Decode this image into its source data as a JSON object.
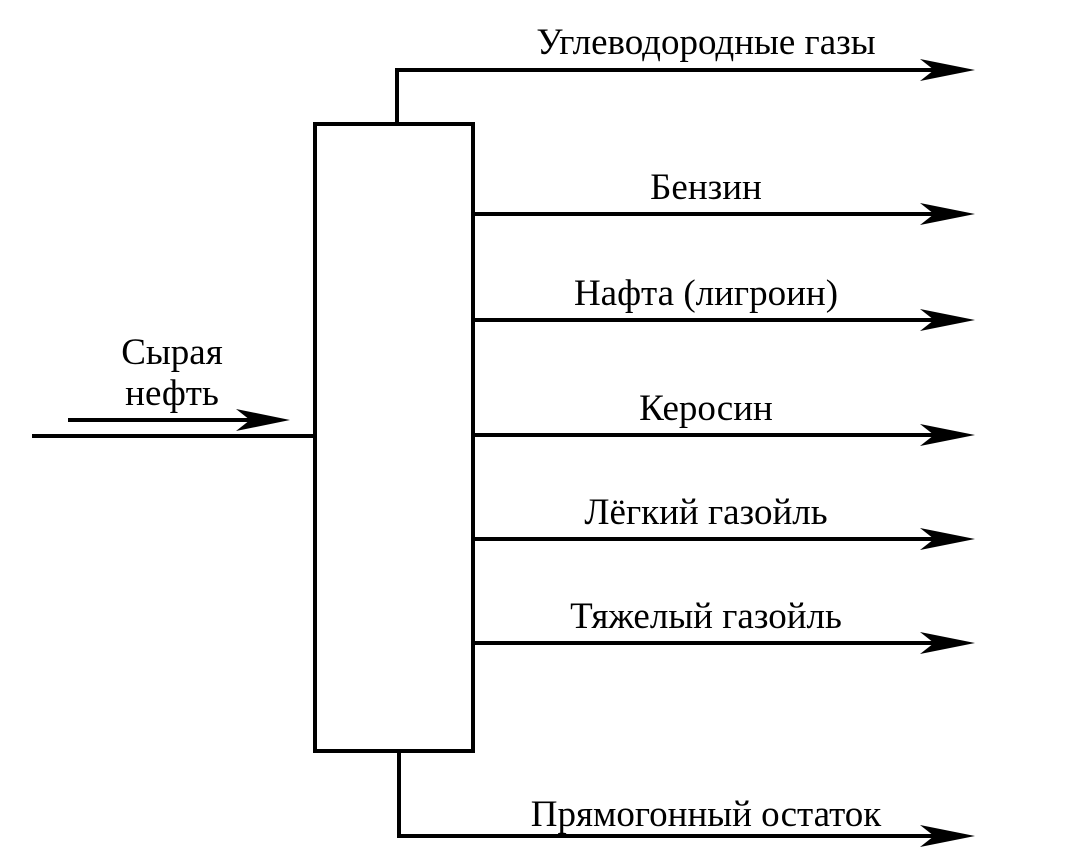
{
  "diagram": {
    "input": {
      "line1": "Сырая",
      "line2": "нефть"
    },
    "outputs": [
      {
        "label": "Углеводородные газы"
      },
      {
        "label": "Бензин"
      },
      {
        "label": "Нафта (лигроин)"
      },
      {
        "label": "Керосин"
      },
      {
        "label": "Лёгкий газойль"
      },
      {
        "label": "Тяжелый газойль"
      },
      {
        "label": "Прямогонный остаток"
      }
    ],
    "colors": {
      "stroke": "#000000",
      "background": "#ffffff"
    }
  }
}
